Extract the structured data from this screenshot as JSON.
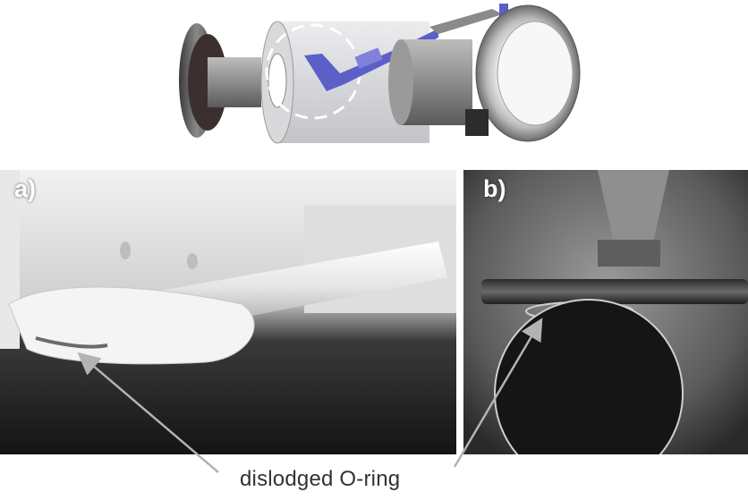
{
  "panels": {
    "a": {
      "label": "a)"
    },
    "b": {
      "label": "b)"
    }
  },
  "annotation": {
    "text": "dislodged O-ring"
  },
  "colors": {
    "arrow": "#b3b3b3",
    "label": "#ffffff",
    "annotation_text": "#333333",
    "probe_arm": "#5b5fc7",
    "highlight_circle": "#ffffff"
  }
}
